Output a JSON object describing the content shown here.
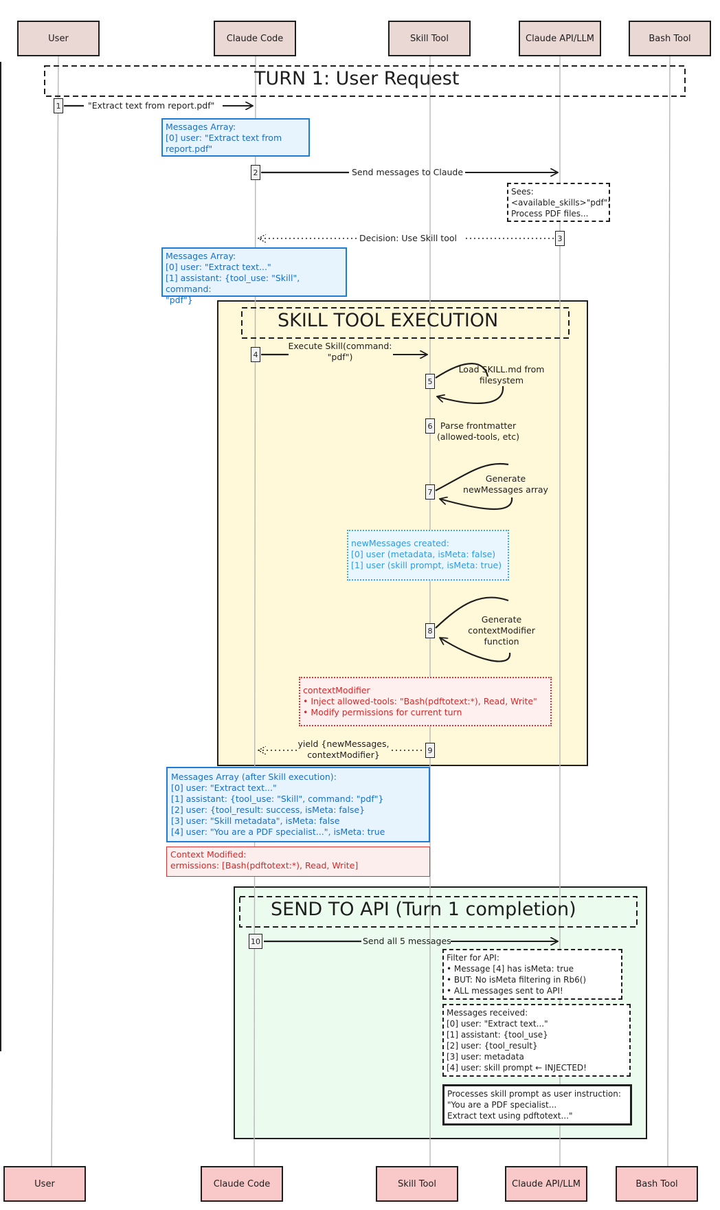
{
  "actors": {
    "user": "User",
    "claude_code": "Claude Code",
    "skill_tool": "Skill Tool",
    "claude_api": "Claude API/LLM",
    "bash_tool": "Bash Tool"
  },
  "sections": {
    "turn1": "TURN 1: User Request",
    "skill_exec": "SKILL TOOL EXECUTION",
    "send_api": "SEND TO API (Turn 1 completion)"
  },
  "steps": [
    "1",
    "2",
    "3",
    "4",
    "5",
    "6",
    "7",
    "8",
    "9",
    "10"
  ],
  "messages": {
    "m1": "\"Extract text from report.pdf\"",
    "m2": "Send messages to Claude",
    "m3": "Decision: Use Skill tool",
    "m4": "Execute Skill(command:\n\"pdf\")",
    "m5": "Load SKILL.md from\nfilesystem",
    "m6": "Parse frontmatter\n(allowed-tools, etc)",
    "m7": "Generate\nnewMessages array",
    "m8": "Generate\ncontextModifier\nfunction",
    "m9": "yield {newMessages,\ncontextModifier}",
    "m10": "Send all 5 messages"
  },
  "notes": {
    "msg_array_1": "Messages Array:\n[0] user: \"Extract text from\nreport.pdf\"",
    "sees": "Sees:\n<available_skills>\"pdf\":\nProcess PDF files...",
    "msg_array_2": "Messages Array:\n[0] user: \"Extract text...\"\n[1] assistant: {tool_use: \"Skill\", command:\n\"pdf\"}",
    "new_messages": "newMessages created:\n[0] user (metadata, isMeta: false)\n[1] user (skill prompt, isMeta: true)",
    "context_modifier": "contextModifier\n• Inject allowed-tools: \"Bash(pdftotext:*), Read, Write\"\n• Modify permissions for current turn",
    "msg_array_3": "Messages Array (after Skill execution):\n[0] user: \"Extract text...\"\n[1] assistant: {tool_use: \"Skill\", command: \"pdf\"}\n[2] user: {tool_result: success, isMeta: false}\n[3] user: \"Skill metadata\", isMeta: false\n[4] user: \"You are a PDF specialist...\", isMeta: true",
    "context_modified": "Context Modified:\nermissions: [Bash(pdftotext:*), Read, Write]",
    "filter": "Filter for API:\n• Message [4] has isMeta: true\n• BUT: No isMeta filtering in Rb6()\n• ALL messages sent to API!",
    "received": "Messages received:\n[0] user: \"Extract text...\"\n[1] assistant: {tool_use}\n[2] user: {tool_result}\n[3] user: metadata\n[4] user: skill prompt ← INJECTED!",
    "processes": "Processes skill prompt as user instruction:\n\"You are a PDF specialist...\nExtract text using pdftotext...\""
  },
  "colors": {
    "skill_bg": "#fff8d9",
    "api_bg": "#ebfbee",
    "blue": "#1f7bd8",
    "red": "#e03131",
    "actor_top": "#ead8d4",
    "actor_bottom": "#f9c9c9"
  }
}
